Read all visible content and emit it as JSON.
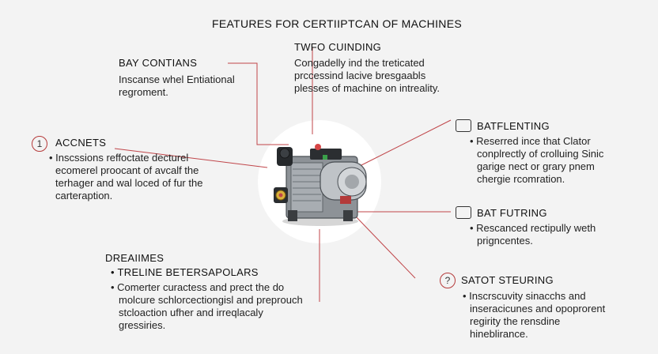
{
  "title": "FEATURES FOR CERTIIPTCAN OF MACHINES",
  "colors": {
    "connector": "#c0464a",
    "background": "#f3f3f3",
    "text": "#1a1a1a"
  },
  "callouts": {
    "bay": {
      "heading": "BAY CONTIANS",
      "lines": [
        "Inscanse whel Entiational",
        "regroment."
      ]
    },
    "twfo": {
      "heading": "TWFO CUINDING",
      "lines": [
        "Congadelly ind the treticated",
        "prccessind lacive bresgaabls",
        "plesses of machine on intreality."
      ]
    },
    "accnets": {
      "number": "1",
      "heading": "ACCNETS",
      "lines": [
        "• Inscssions reffoctate decturel",
        "ecomerel proocant of avcalf the",
        "terhager and wal loced of fur the",
        "carteraption."
      ]
    },
    "batflenting": {
      "icon": "engine-box-icon",
      "heading": "BATFLENTING",
      "lines": [
        "• Reserred ince that Clator",
        "conplrectly of crolluing Sinic",
        "garige nect or grary pnem",
        "chergie rcomration."
      ]
    },
    "batfutring": {
      "icon": "device-box-icon",
      "heading": "BAT FUTRING",
      "lines": [
        "• Rescanced rectipully weth",
        "prigncentes."
      ]
    },
    "dreaiimes": {
      "heading": "DREAIIMES",
      "subheading": "• TRELINE BETERSAPOLARS",
      "lines": [
        "• Comerter curactess and prect the do",
        "molcure schlorcectiongisl and preprouch",
        "stcloaction ufher and irreqlacaly",
        "gressiries."
      ]
    },
    "satot": {
      "number": "?",
      "heading": "SATOT STEURING",
      "lines": [
        "• Inscrscuvity sinacchs and",
        "inseracicunes and opoprorent",
        "regirity the rensdine",
        "hineblirance."
      ]
    }
  }
}
